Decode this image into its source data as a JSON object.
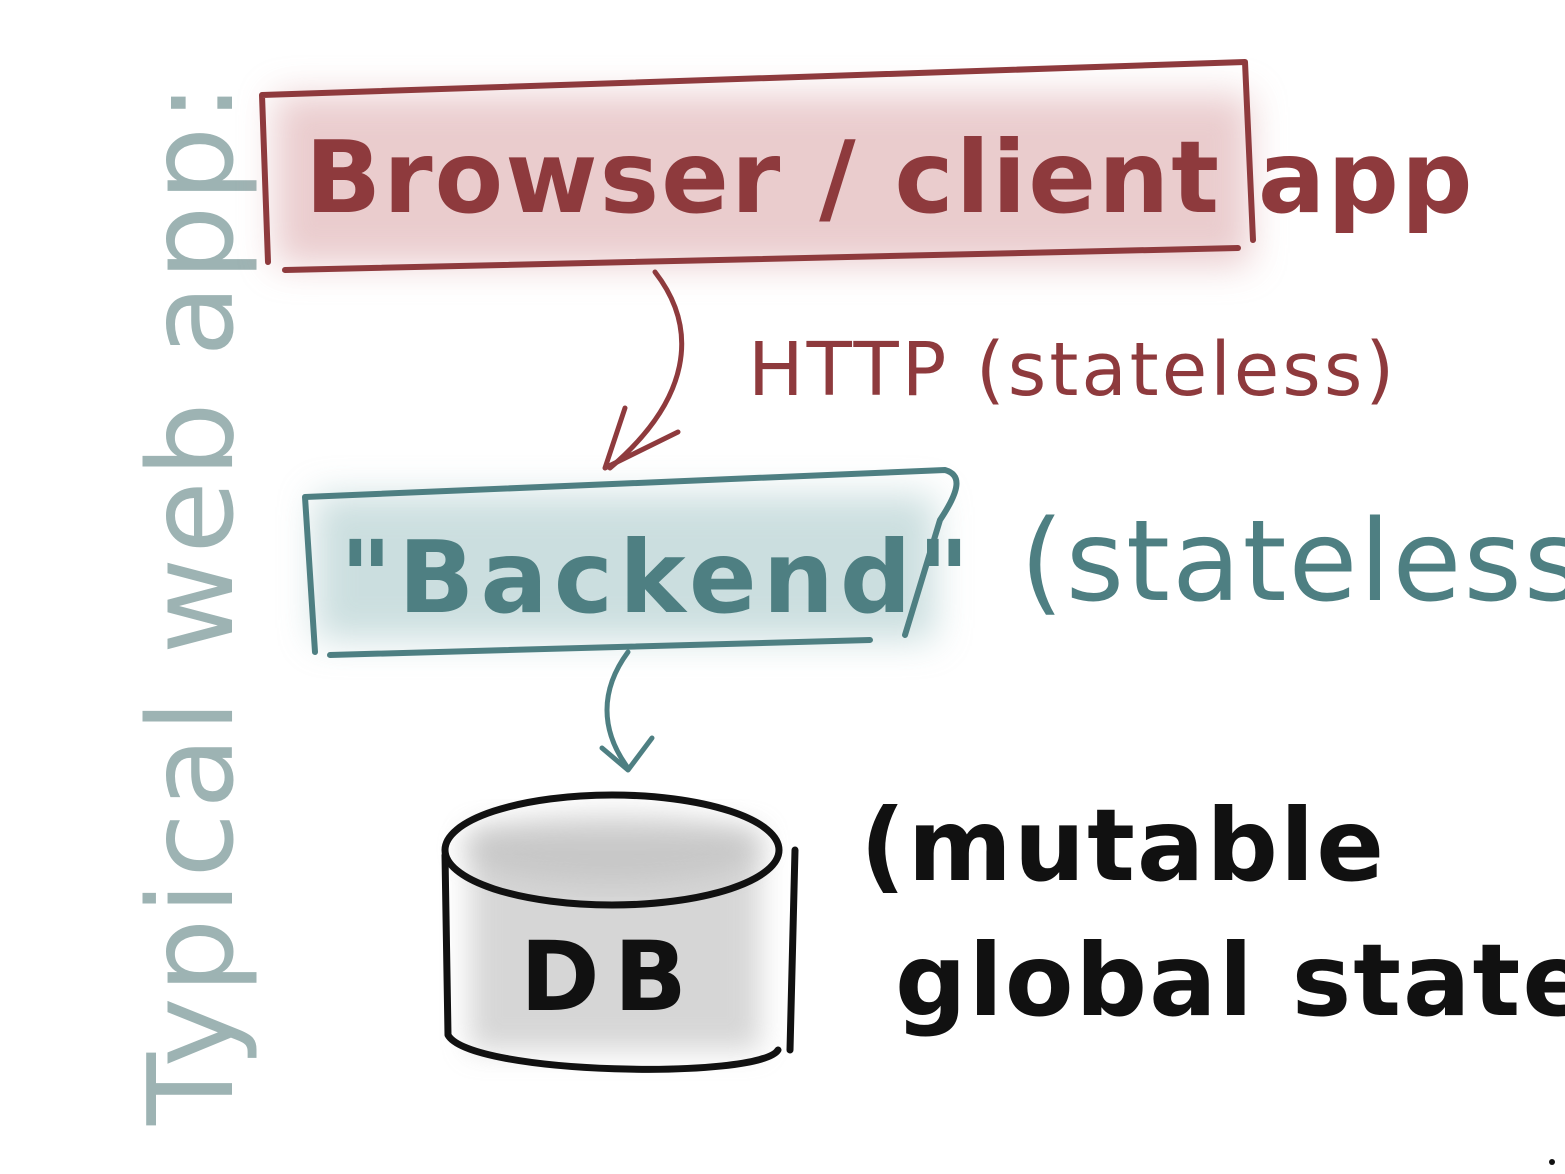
{
  "side_label": "Typical web app:",
  "nodes": {
    "client": {
      "label": "Browser / client app"
    },
    "backend": {
      "label": "\"Backend\"",
      "note": "(stateless)"
    },
    "db": {
      "label": "DB",
      "note_line1": "(mutable",
      "note_line2": "global state)"
    }
  },
  "edges": {
    "client_to_backend": {
      "label": "HTTP (stateless)"
    },
    "backend_to_db": {
      "label": ""
    }
  },
  "colors": {
    "client": "#8e3a3d",
    "client_fill": "#d9a3a6",
    "backend": "#4e7f82",
    "backend_fill": "#a9c9ca",
    "db": "#111111",
    "db_fill": "#c9c9c9",
    "side_label": "#9db3b3"
  }
}
